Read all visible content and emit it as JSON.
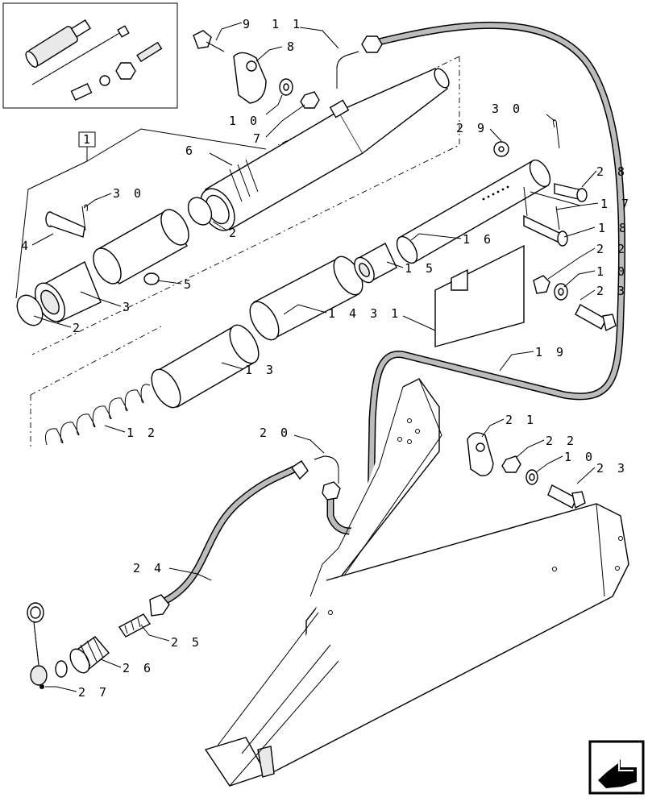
{
  "diagram": {
    "callouts": [
      {
        "id": "c9",
        "text": "9"
      },
      {
        "id": "c11",
        "text": "1 1"
      },
      {
        "id": "c8",
        "text": "8"
      },
      {
        "id": "c10a",
        "text": "1 0"
      },
      {
        "id": "c7",
        "text": "7"
      },
      {
        "id": "c6",
        "text": "6"
      },
      {
        "id": "c30a",
        "text": "3 0"
      },
      {
        "id": "c29",
        "text": "2 9"
      },
      {
        "id": "c28",
        "text": "2 8"
      },
      {
        "id": "c17",
        "text": "1 7"
      },
      {
        "id": "c18",
        "text": "1 8"
      },
      {
        "id": "c30b",
        "text": "3 0"
      },
      {
        "id": "c4",
        "text": "4"
      },
      {
        "id": "c2a",
        "text": "2"
      },
      {
        "id": "c16",
        "text": "1 6"
      },
      {
        "id": "c22a",
        "text": "2 2"
      },
      {
        "id": "c10b",
        "text": "1 0"
      },
      {
        "id": "c23a",
        "text": "2 3"
      },
      {
        "id": "c5",
        "text": "5"
      },
      {
        "id": "c15",
        "text": "1 5"
      },
      {
        "id": "c3",
        "text": "3"
      },
      {
        "id": "c1431",
        "text": "1 4 3 1"
      },
      {
        "id": "c2b",
        "text": "2"
      },
      {
        "id": "c19",
        "text": "1 9"
      },
      {
        "id": "c13",
        "text": "1 3"
      },
      {
        "id": "c12",
        "text": "1 2"
      },
      {
        "id": "c20",
        "text": "2 0"
      },
      {
        "id": "c21",
        "text": "2 1"
      },
      {
        "id": "c22b",
        "text": "2 2"
      },
      {
        "id": "c10c",
        "text": "1 0"
      },
      {
        "id": "c23b",
        "text": "2 3"
      },
      {
        "id": "c24",
        "text": "2 4"
      },
      {
        "id": "c25",
        "text": "2 5"
      },
      {
        "id": "c26",
        "text": "2 6"
      },
      {
        "id": "c27",
        "text": "2 7"
      }
    ],
    "kit_box_label": "1",
    "nav_icon": "arrow-left-icon"
  }
}
